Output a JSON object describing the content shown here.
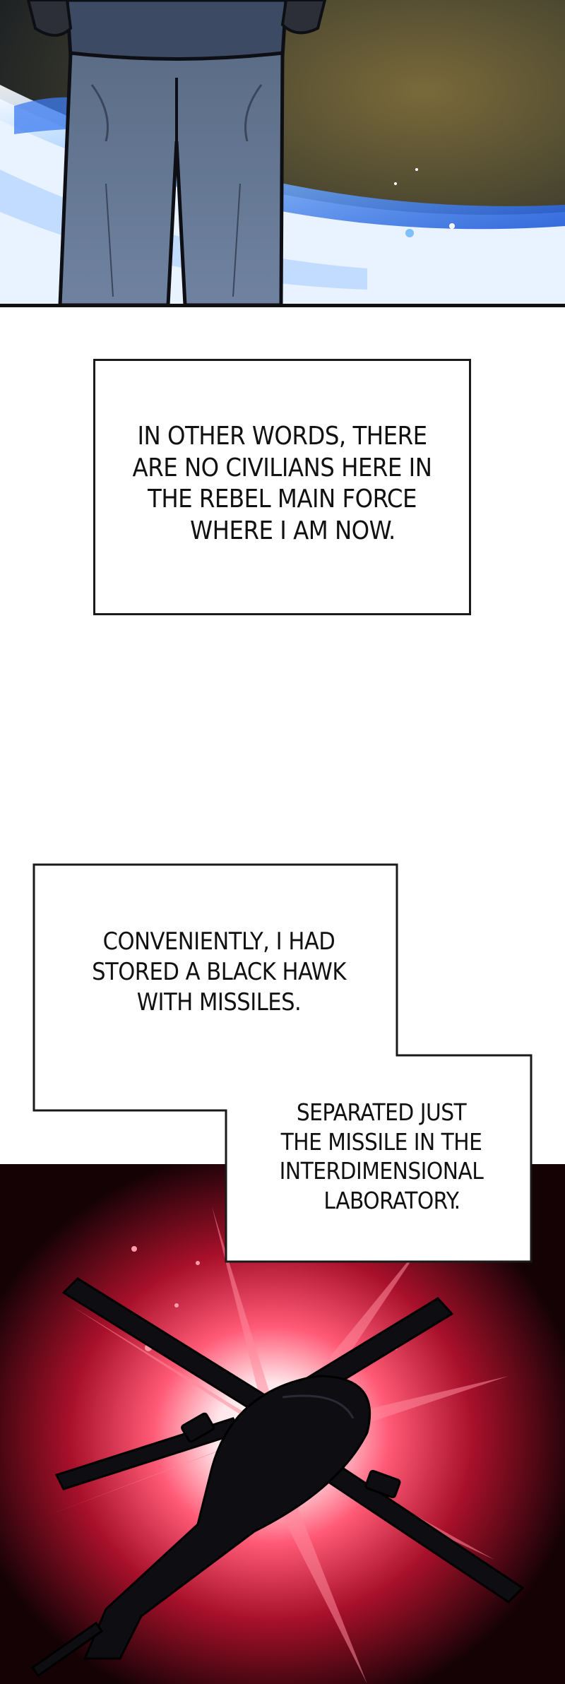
{
  "captions": {
    "box1": {
      "lines": [
        "IN OTHER WORDS, THERE",
        "ARE NO CIVILIANS HERE IN",
        "THE REBEL MAIN FORCE",
        "WHERE I AM NOW."
      ]
    },
    "box2": {
      "lines": [
        "CONVENIENTLY, I HAD",
        "STORED A BLACK HAWK",
        "WITH MISSILES."
      ]
    },
    "box3": {
      "lines": [
        "SEPARATED JUST",
        "THE MISSILE IN THE",
        "INTERDIMENSIONAL",
        "LABORATORY."
      ]
    }
  },
  "colors": {
    "caption_border": "#1a1a1a",
    "caption_fill": "#ffffff",
    "burst_glow": "#ff2a4a",
    "sky_top": "#1a1d2a"
  }
}
